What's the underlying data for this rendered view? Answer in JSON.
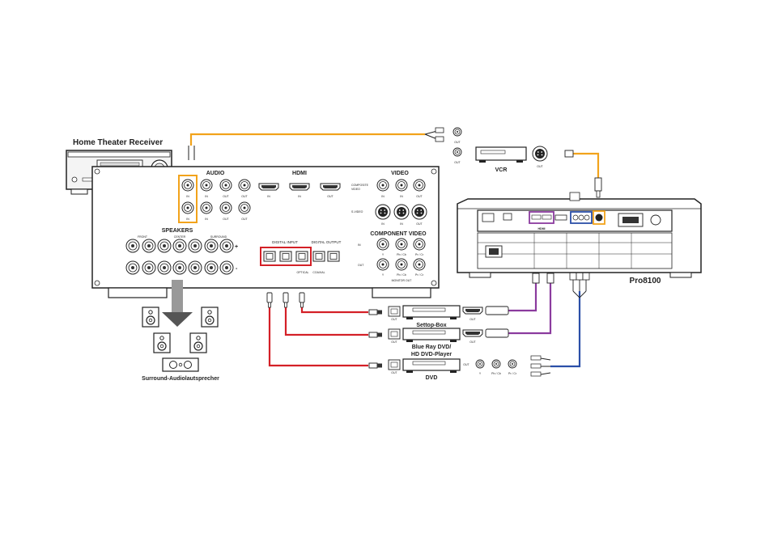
{
  "labels": {
    "home_theater_receiver": "Home Theater Receiver",
    "vcr": "VCR",
    "pro8100": "Pro8100",
    "settop_box": "Settop-Box",
    "bluray_line1": "Blue Ray DVD/",
    "bluray_line2": "HD DVD-Player",
    "dvd": "DVD",
    "surround": "Surround-Audiolautsprecher"
  },
  "receiver_panel": {
    "audio": "AUDIO",
    "hdmi": "HDMI",
    "video": "VIDEO",
    "speakers": "SPEAKERS",
    "component_video": "COMPONENT VIDEO",
    "digital_input": "DIGITAL INPUT",
    "digital_output": "DIGITAL OUTPUT",
    "composite_video_line1": "COMPOSITE",
    "composite_video_line2": "VIDEO",
    "s_video": "S-VIDEO",
    "monitor_out": "MONITOR OUT",
    "optical": "OPTICAL",
    "coaxial": "COAXIAL",
    "front": "FRONT",
    "center": "CENTER",
    "surround": "SURROUND",
    "plus": "+",
    "minus": "-",
    "in": "IN",
    "out": "OUT",
    "y": "Y",
    "pb_cb": "Pb / Cb",
    "pr_cr": "Pr / Cr"
  },
  "devices": {
    "out": "OUT",
    "y": "Y",
    "pb_cb": "Pb / Cb",
    "pr_cr": "Pr / Cr"
  },
  "projector": {
    "hdmi_logo": "HDMI"
  },
  "colors": {
    "audio_cable": "#f2a31b",
    "spdif_cable": "#d42027",
    "hdmi_cable": "#8b3b9e",
    "component_cable": "#2b4fa8",
    "vcr_cable": "#f2a31b",
    "line": "#222222"
  }
}
